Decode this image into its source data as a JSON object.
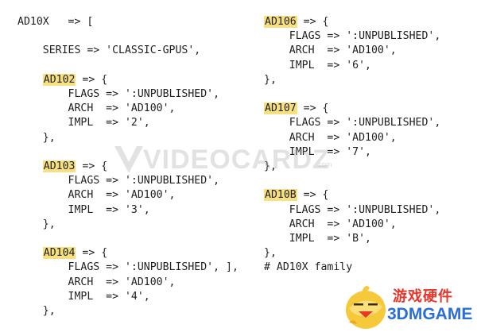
{
  "code": {
    "left_column": [
      "AD10X   => [",
      "",
      "    SERIES => 'CLASSIC-GPUS',",
      "",
      "    AD102 => {",
      "        FLAGS => ':UNPUBLISHED',",
      "        ARCH  => 'AD100',",
      "        IMPL  => '2',",
      "    },",
      "",
      "    AD103 => {",
      "        FLAGS => ':UNPUBLISHED',",
      "        ARCH  => 'AD100',",
      "        IMPL  => '3',",
      "    },",
      "",
      "    AD104 => {",
      "        FLAGS => ':UNPUBLISHED', ],",
      "        ARCH  => 'AD100',",
      "        IMPL  => '4',",
      "    },"
    ],
    "right_column": [
      "AD106 => {",
      "    FLAGS => ':UNPUBLISHED',",
      "    ARCH  => 'AD100',",
      "    IMPL  => '6',",
      "},",
      "",
      "AD107 => {",
      "    FLAGS => ':UNPUBLISHED',",
      "    ARCH  => 'AD100',",
      "    IMPL  => '7',",
      "},",
      "",
      "AD10B => {",
      "    FLAGS => ':UNPUBLISHED',",
      "    ARCH  => 'AD100',",
      "    IMPL  => 'B',",
      "},",
      "# AD10X family"
    ],
    "highlighted": [
      "AD102",
      "AD103",
      "AD104",
      "AD106",
      "AD107",
      "AD10B"
    ],
    "highlight_color": "#f7e080"
  },
  "watermark": {
    "text": "VIDEOCARDZ",
    "suffix": ".com"
  },
  "logo": {
    "chinese": "游戏硬件",
    "english": "3DMGAME",
    "icon": "chick-mascot-icon",
    "colors": {
      "red": "#e8362a",
      "blue": "#2b6fd6",
      "yellow": "#f6c93a"
    }
  }
}
